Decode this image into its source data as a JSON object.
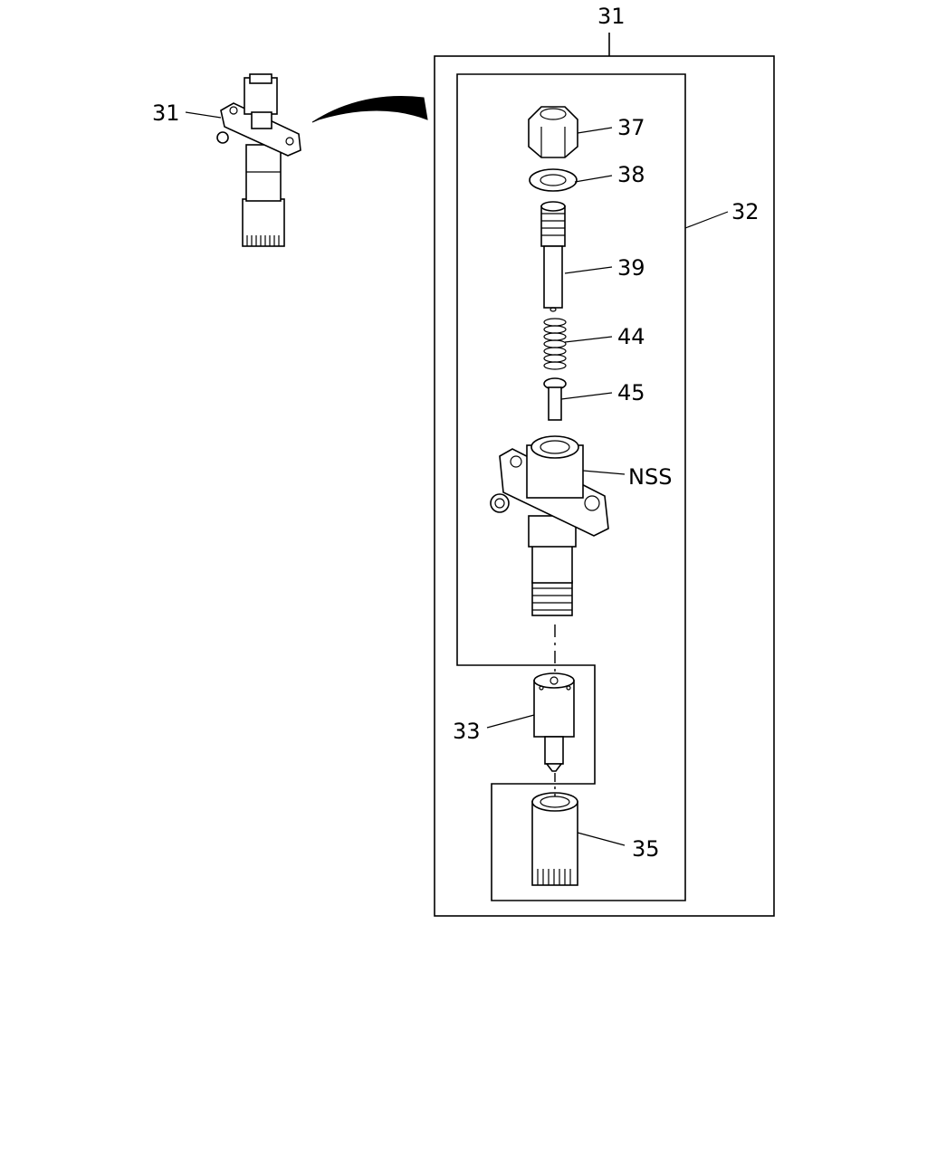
{
  "callouts": {
    "assembly_top": "31",
    "assembly_side": "31",
    "body_group": "32",
    "nut": "37",
    "washer": "38",
    "push_rod": "39",
    "spring": "44",
    "spring_seat": "45",
    "holder": "NSS",
    "nozzle": "33",
    "retaining_nut": "35"
  }
}
